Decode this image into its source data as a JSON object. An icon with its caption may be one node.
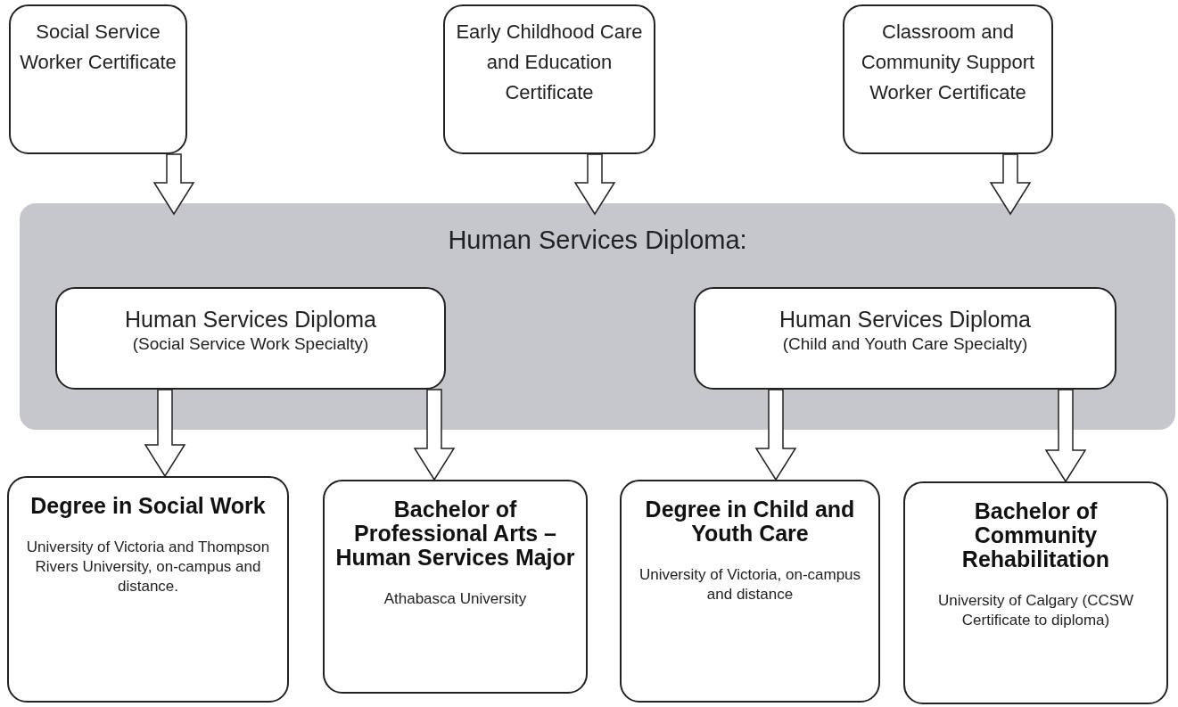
{
  "diagram": {
    "nodes": [
      {
        "text": [
          "Social Service Worker Certificate"
        ]
      },
      {
        "text": [
          "Early Childhood Care and Education Certificate"
        ]
      },
      {
        "text": [
          "Classroom and Community Support Worker Certificate"
        ]
      },
      {
        "text": [
          "Human Services Diploma:"
        ]
      },
      {
        "text": [
          "Human Services Diploma",
          "(Social Service Work Specialty)"
        ],
        "in": 3
      },
      {
        "text": [
          "Human Services Diploma",
          "(Child and Youth Care Specialty)"
        ],
        "in": 3
      },
      {
        "text": [
          "Degree in Social Work",
          "University of Victoria and Thompson Rivers University, on-campus and distance."
        ]
      },
      {
        "text": [
          "Bachelor of Professional Arts – Human Services Major",
          "Athabasca University"
        ]
      },
      {
        "text": [
          "Degree in Child and Youth Care",
          "University of Victoria, on-campus and distance"
        ]
      },
      {
        "text": [
          "Bachelor of Community Rehabilitation",
          "University of Calgary (CCSW Certificate to diploma)"
        ]
      }
    ],
    "edges": [
      {
        "from": 0,
        "to": 3,
        "arrow": "to"
      },
      {
        "from": 1,
        "to": 3,
        "arrow": "to"
      },
      {
        "from": 2,
        "to": 3,
        "arrow": "to"
      },
      {
        "from": 4,
        "to": 6,
        "arrow": "to"
      },
      {
        "from": 4,
        "to": 7,
        "arrow": "to"
      },
      {
        "from": 5,
        "to": 8,
        "arrow": "to"
      },
      {
        "from": 5,
        "to": 9,
        "arrow": "to"
      }
    ]
  }
}
